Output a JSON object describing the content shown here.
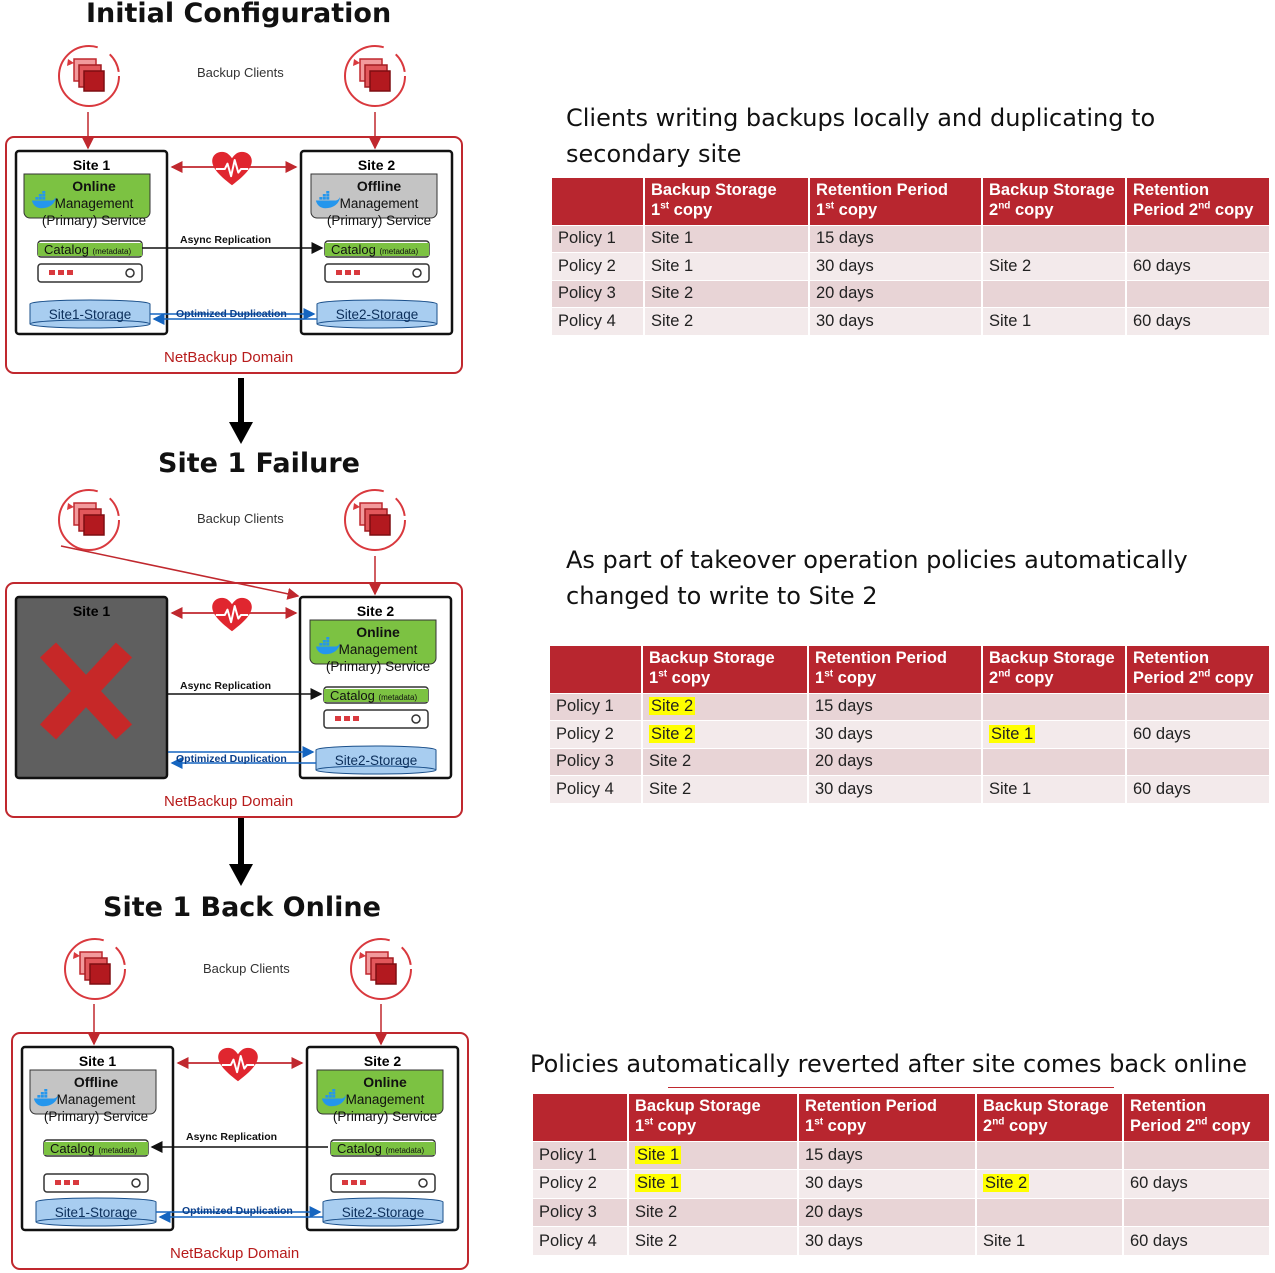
{
  "colors": {
    "accent": "#b8262f",
    "online": "#7cc242",
    "offline": "#c4c4c4",
    "failed": "#5f5f5f",
    "storage": "#a8cdf0",
    "highlight": "#ffff00"
  },
  "sections": [
    {
      "title": "Initial Configuration",
      "caption": "Clients writing backups locally and duplicating to secondary site",
      "diagram": {
        "clients_label": "Backup Clients",
        "domain_label": "NetBackup Domain",
        "site1": {
          "name": "Site 1",
          "state": "Online",
          "service": "Management (Primary) Service",
          "catalog": "Catalog",
          "catalog_tag": "(metadata)",
          "storage": "Site1-Storage"
        },
        "site2": {
          "name": "Site 2",
          "state": "Offline",
          "service": "Management (Primary) Service",
          "catalog": "Catalog",
          "catalog_tag": "(metadata)",
          "storage": "Site2-Storage"
        },
        "replication_label": "Async Replication",
        "duplication_label": "Optimized Duplication"
      },
      "table": {
        "headers": [
          [
            "",
            ""
          ],
          [
            "Backup Storage",
            "1",
            "st",
            " copy"
          ],
          [
            "Retention Period",
            "1",
            "st",
            " copy"
          ],
          [
            "Backup Storage",
            "2",
            "nd",
            " copy"
          ],
          [
            "Retention",
            "Period 2",
            "nd",
            "  copy"
          ]
        ],
        "rows": [
          [
            "Policy 1",
            "Site 1",
            "15 days",
            "",
            ""
          ],
          [
            "Policy 2",
            "Site 1",
            "30 days",
            "Site 2",
            "60 days"
          ],
          [
            "Policy 3",
            "Site 2",
            "20 days",
            "",
            ""
          ],
          [
            "Policy 4",
            "Site 2",
            "30 days",
            "Site 1",
            "60 days"
          ]
        ]
      }
    },
    {
      "title": "Site 1 Failure",
      "caption": "As part of takeover operation policies automatically changed to write to Site 2",
      "diagram": {
        "clients_label": "Backup Clients",
        "domain_label": "NetBackup Domain",
        "site1": {
          "name": "Site 1",
          "state": "Failed"
        },
        "site2": {
          "name": "Site 2",
          "state": "Online",
          "service": "Management (Primary) Service",
          "catalog": "Catalog",
          "catalog_tag": "(metadata)",
          "storage": "Site2-Storage"
        },
        "replication_label": "Async Replication",
        "duplication_label": "Optimized Duplication"
      },
      "table": {
        "rows": [
          [
            "Policy 1",
            "Site 2",
            "15 days",
            "",
            ""
          ],
          [
            "Policy 2",
            "Site 2",
            "30 days",
            "Site 1",
            "60 days"
          ],
          [
            "Policy 3",
            "Site 2",
            "20 days",
            "",
            ""
          ],
          [
            "Policy 4",
            "Site 2",
            "30 days",
            "Site 1",
            "60 days"
          ]
        ],
        "highlighted": [
          [
            0,
            1
          ],
          [
            1,
            1
          ],
          [
            1,
            3
          ]
        ]
      }
    },
    {
      "title": "Site 1 Back Online",
      "caption": "Policies automatically reverted after site comes back online",
      "diagram": {
        "clients_label": "Backup Clients",
        "domain_label": "NetBackup Domain",
        "site1": {
          "name": "Site 1",
          "state": "Offline",
          "service": "Management (Primary) Service",
          "catalog": "Catalog",
          "catalog_tag": "(metadata)",
          "storage": "Site1-Storage"
        },
        "site2": {
          "name": "Site 2",
          "state": "Online",
          "service": "Management (Primary) Service",
          "catalog": "Catalog",
          "catalog_tag": "(metadata)",
          "storage": "Site2-Storage"
        },
        "replication_label": "Async Replication",
        "duplication_label": "Optimized Duplication"
      },
      "table": {
        "rows": [
          [
            "Policy 1",
            "Site 1",
            "15 days",
            "",
            ""
          ],
          [
            "Policy 2",
            "Site 1",
            "30 days",
            "Site 2",
            "60 days"
          ],
          [
            "Policy 3",
            "Site 2",
            "20 days",
            "",
            ""
          ],
          [
            "Policy 4",
            "Site 2",
            "30 days",
            "Site 1",
            "60 days"
          ]
        ],
        "highlighted": [
          [
            0,
            1
          ],
          [
            1,
            1
          ],
          [
            1,
            3
          ]
        ]
      }
    }
  ]
}
